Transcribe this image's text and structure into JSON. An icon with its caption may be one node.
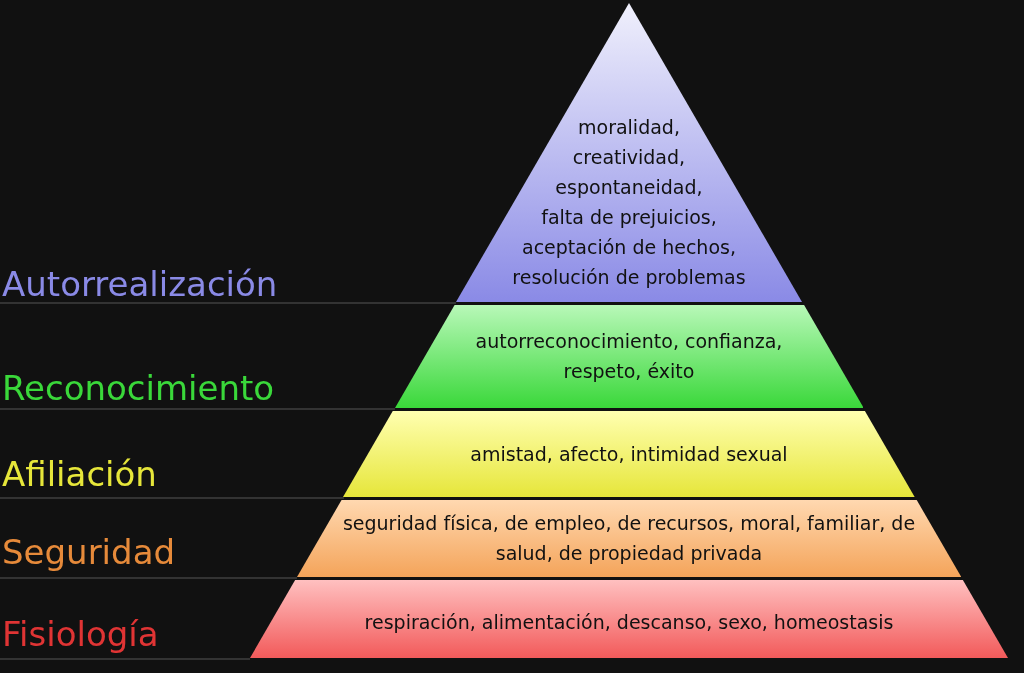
{
  "diagram": {
    "nodes": [
      {
        "text": [
          "moralidad, creatividad, espontaneidad, falta de prejuicios, aceptación de hechos, resolución de problemas"
        ]
      },
      {
        "text": [
          "autorreconocimiento, confianza, respeto, éxito"
        ]
      },
      {
        "text": [
          "amistad, afecto, intimidad sexual"
        ]
      },
      {
        "text": [
          "seguridad física, de empleo, de recursos, moral, familiar, de salud, de propiedad privada"
        ]
      },
      {
        "text": [
          "respiración, alimentación, descanso, sexo, homeostasis"
        ]
      }
    ],
    "edges": [],
    "labels": [
      "Autorrealización",
      "Reconocimiento",
      "Afiliación",
      "Seguridad",
      "Fisiología"
    ]
  }
}
